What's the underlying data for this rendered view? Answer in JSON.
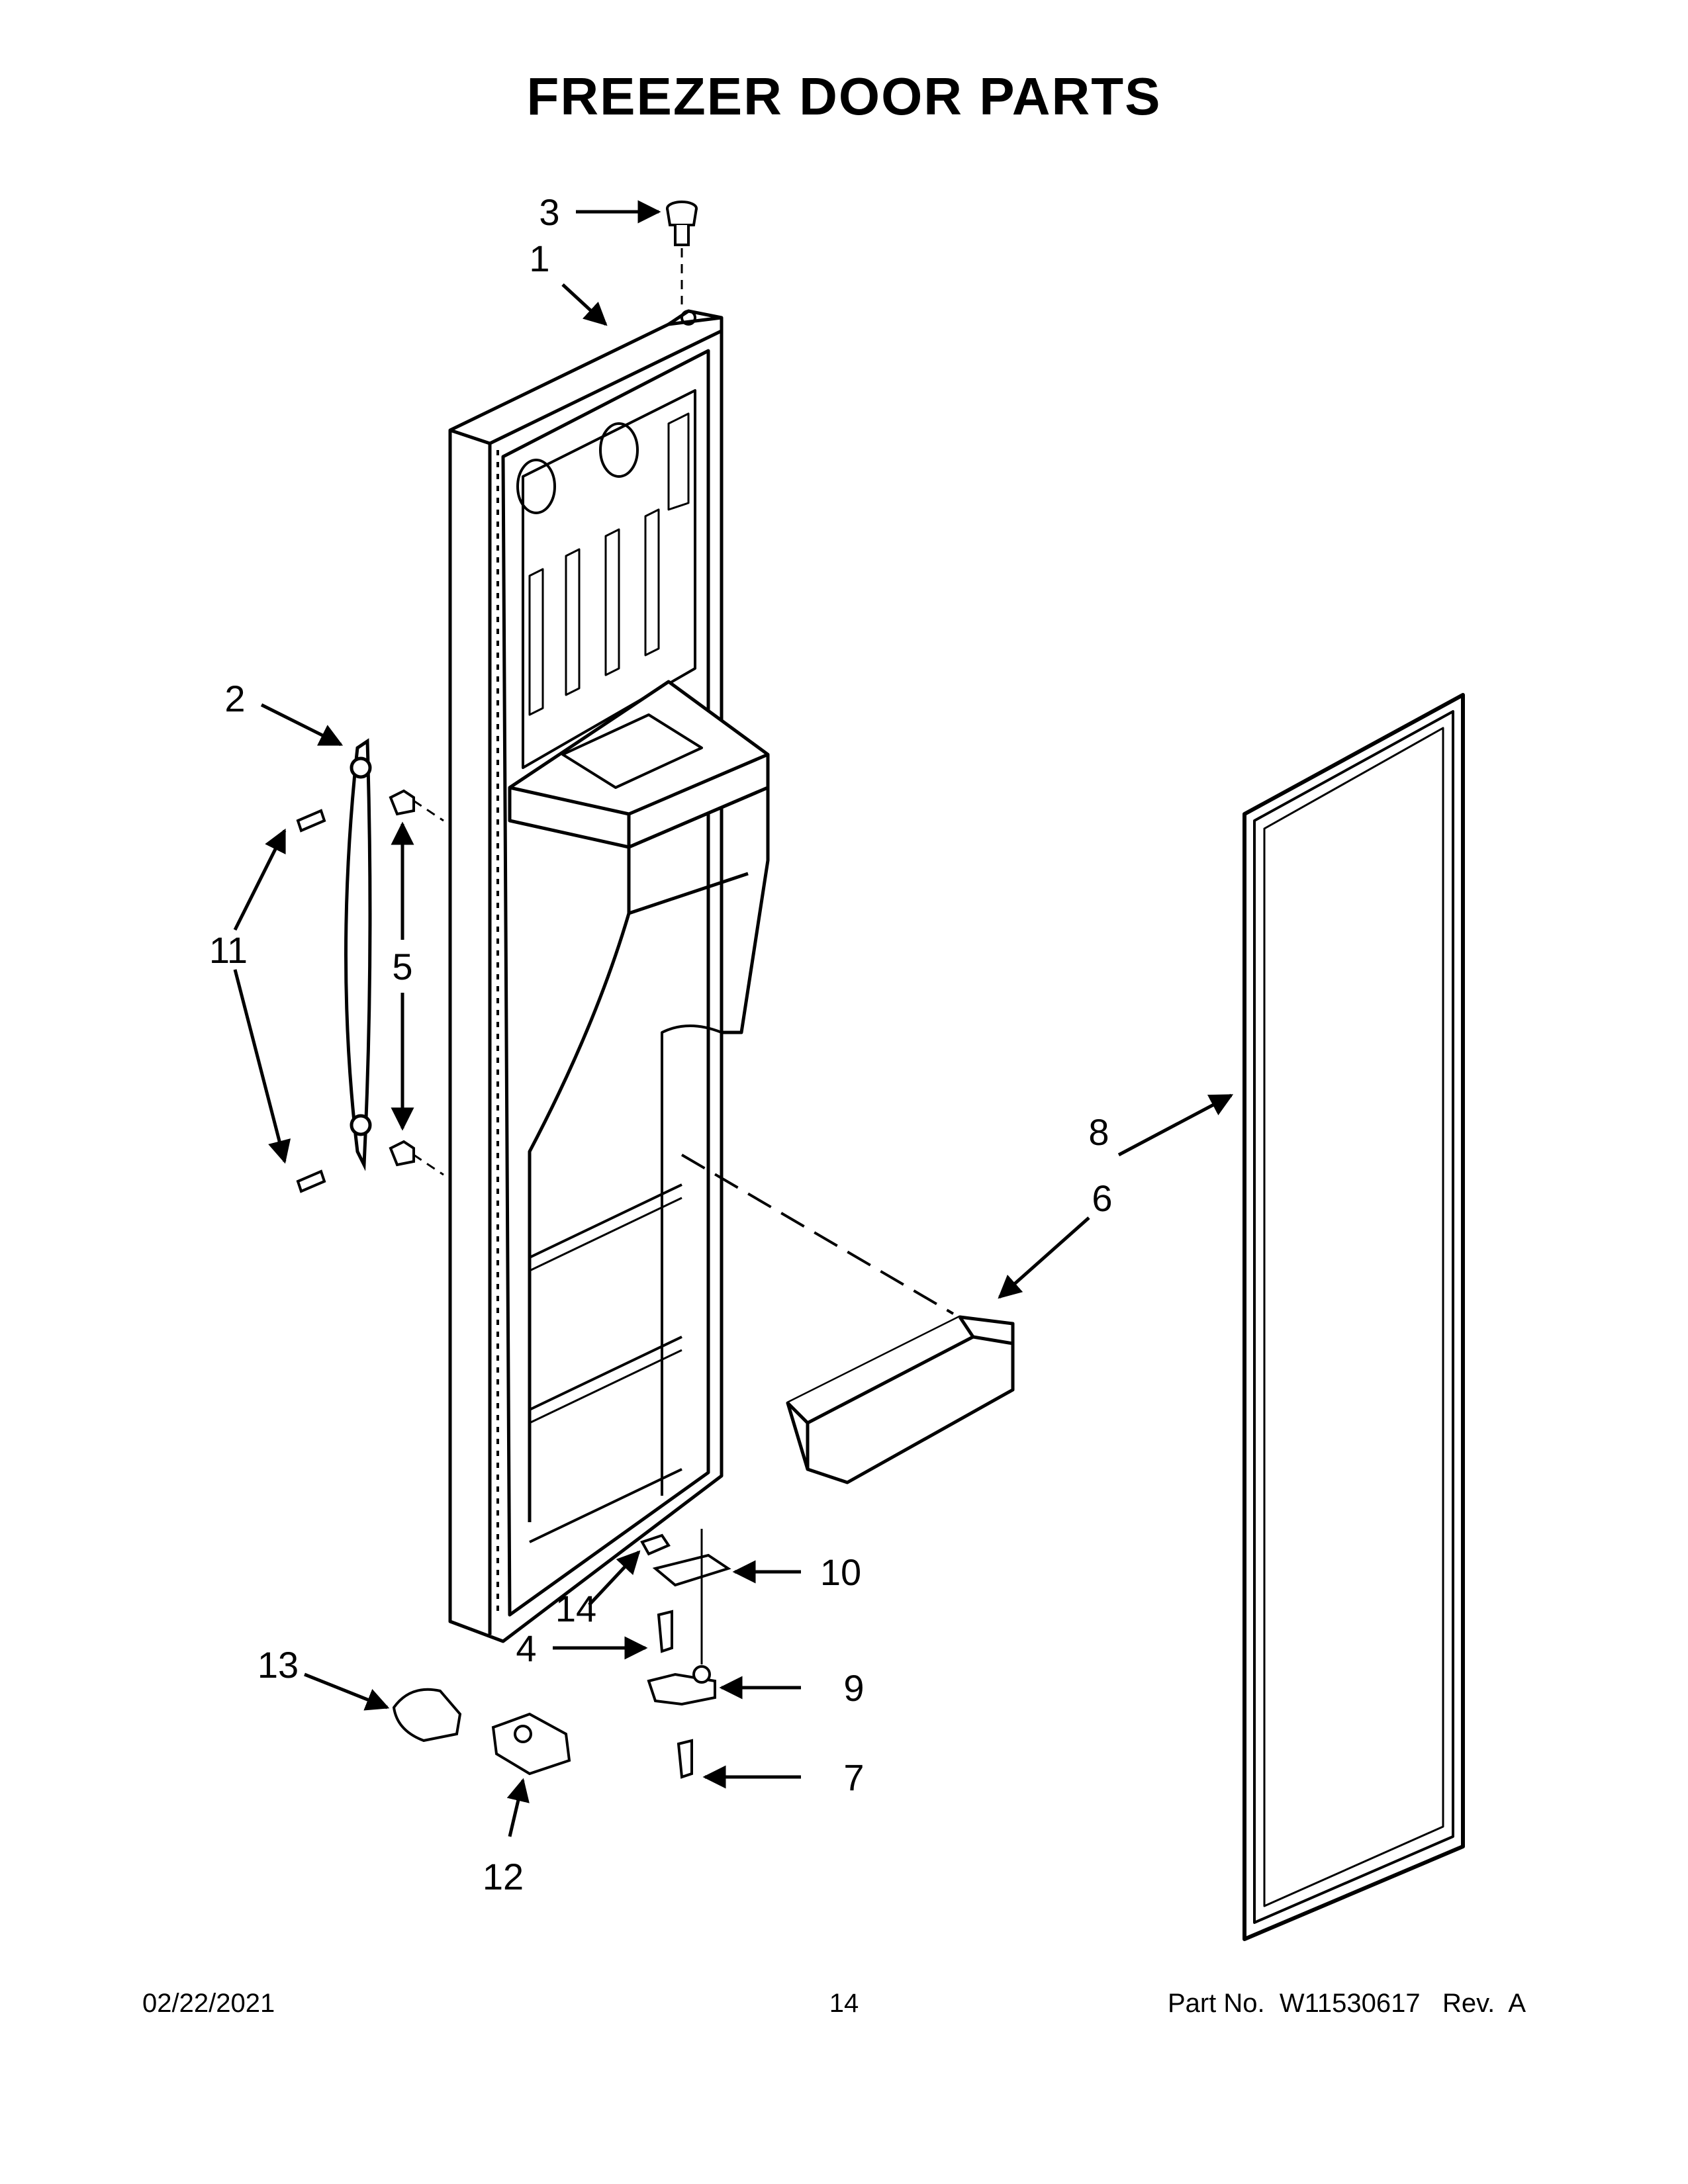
{
  "header": {
    "title": "FREEZER DOOR PARTS"
  },
  "callouts": [
    "1",
    "2",
    "3",
    "4",
    "5",
    "6",
    "7",
    "8",
    "9",
    "10",
    "11",
    "12",
    "13",
    "14"
  ],
  "footer": {
    "date": "02/22/2021",
    "page": "14",
    "part_label": "Part No.",
    "part_number": "W11530617",
    "rev_label": "Rev.",
    "rev": "A"
  }
}
